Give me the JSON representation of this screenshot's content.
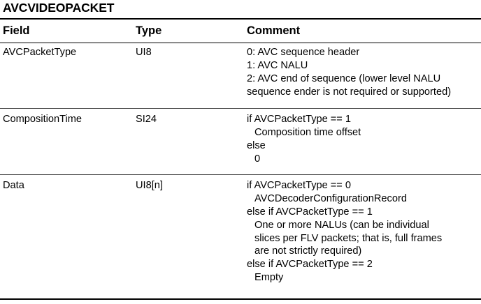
{
  "document": {
    "title": "AVCVIDEOPACKET",
    "headers": {
      "field": "Field",
      "type": "Type",
      "comment": "Comment"
    },
    "rows": [
      {
        "field": "AVCPacketType",
        "type": "UI8",
        "comment_lines": [
          "0: AVC sequence header",
          "1: AVC NALU",
          "2: AVC end of sequence (lower level NALU",
          "sequence ender is not required or supported)"
        ]
      },
      {
        "field": "CompositionTime",
        "type": "SI24",
        "comment_lines": [
          "if AVCPacketType == 1",
          "Composition time offset",
          "else",
          "0"
        ]
      },
      {
        "field": "Data",
        "type": "UI8[n]",
        "comment_lines": [
          "if AVCPacketType == 0",
          "AVCDecoderConfigurationRecord",
          "else if AVCPacketType == 1",
          "One or more NALUs (can be individual",
          "slices per FLV packets; that is, full frames",
          "are not strictly required)",
          "else if AVCPacketType == 2",
          "Empty"
        ]
      }
    ]
  }
}
